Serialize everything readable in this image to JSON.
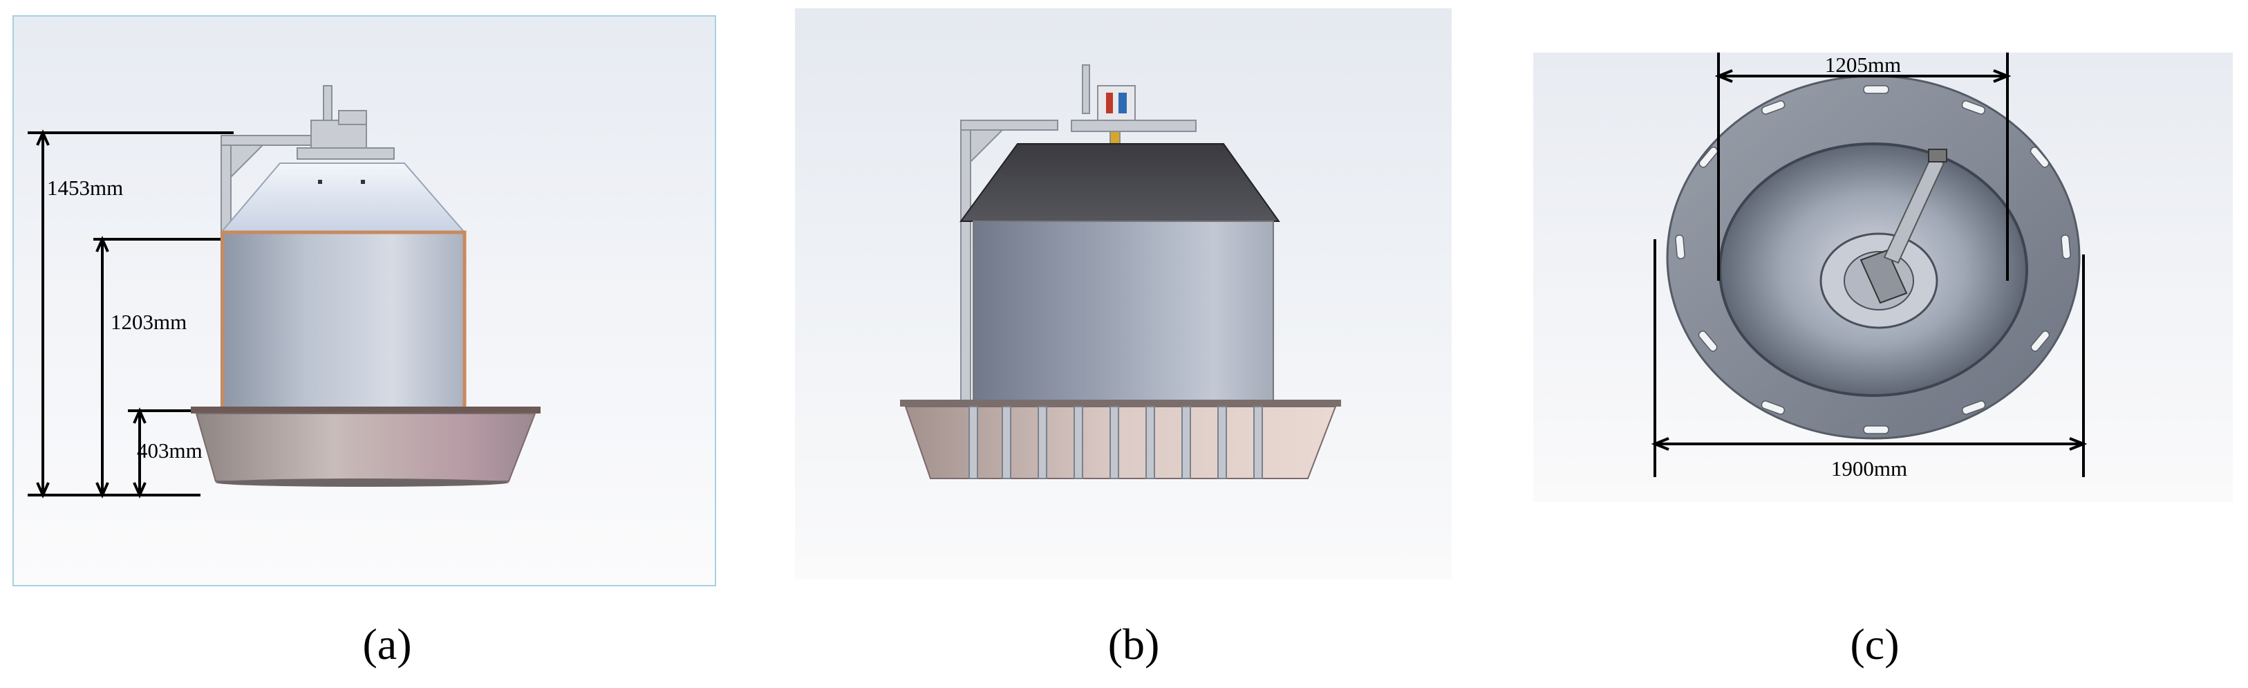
{
  "panels": [
    {
      "id": "a",
      "caption": "(a)",
      "dimensions": {
        "overall_height": "1453mm",
        "tank_height": "1203mm",
        "base_height": "403mm"
      }
    },
    {
      "id": "b",
      "caption": "(b)"
    },
    {
      "id": "c",
      "caption": "(c)",
      "dimensions": {
        "inner_diameter": "1205mm",
        "outer_diameter": "1900mm"
      }
    }
  ]
}
